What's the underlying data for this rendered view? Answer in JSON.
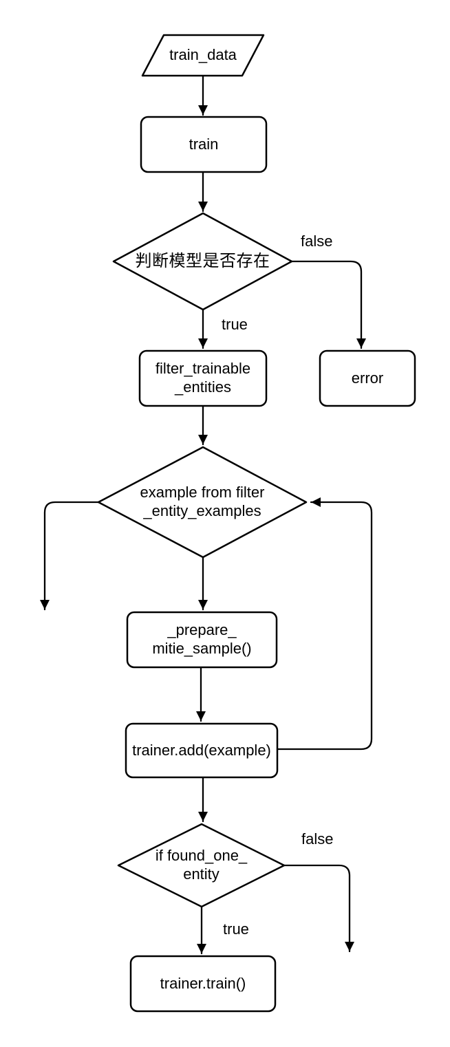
{
  "diagram": {
    "type": "flowchart",
    "colors": {
      "stroke": "#000000",
      "fill": "#ffffff",
      "text": "#000000",
      "background": "#ffffff"
    },
    "nodes": {
      "train_data": {
        "shape": "parallelogram-io",
        "lines": [
          "train_data"
        ]
      },
      "train": {
        "shape": "process-rect",
        "lines": [
          "train"
        ]
      },
      "model_exists_decision": {
        "shape": "decision-diamond",
        "lines": [
          "判断模型是否存在"
        ]
      },
      "error": {
        "shape": "process-rect",
        "lines": [
          "error"
        ]
      },
      "filter_trainable_entities": {
        "shape": "process-rect",
        "lines": [
          "filter_trainable",
          "_entities"
        ]
      },
      "example_loop_decision": {
        "shape": "decision-diamond",
        "lines": [
          "example from filter",
          "_entity_examples"
        ]
      },
      "prepare_mitie_sample": {
        "shape": "process-rect",
        "lines": [
          "_prepare_",
          "mitie_sample()"
        ]
      },
      "trainer_add_example": {
        "shape": "process-rect",
        "lines": [
          "trainer.add(example)"
        ]
      },
      "found_one_entity_decision": {
        "shape": "decision-diamond",
        "lines": [
          "if found_one_",
          "entity"
        ]
      },
      "trainer_train": {
        "shape": "process-rect",
        "lines": [
          "trainer.train()"
        ]
      }
    },
    "edge_labels": {
      "model_exists_false": "false",
      "model_exists_true": "true",
      "found_one_false": "false",
      "found_one_true": "true"
    }
  }
}
